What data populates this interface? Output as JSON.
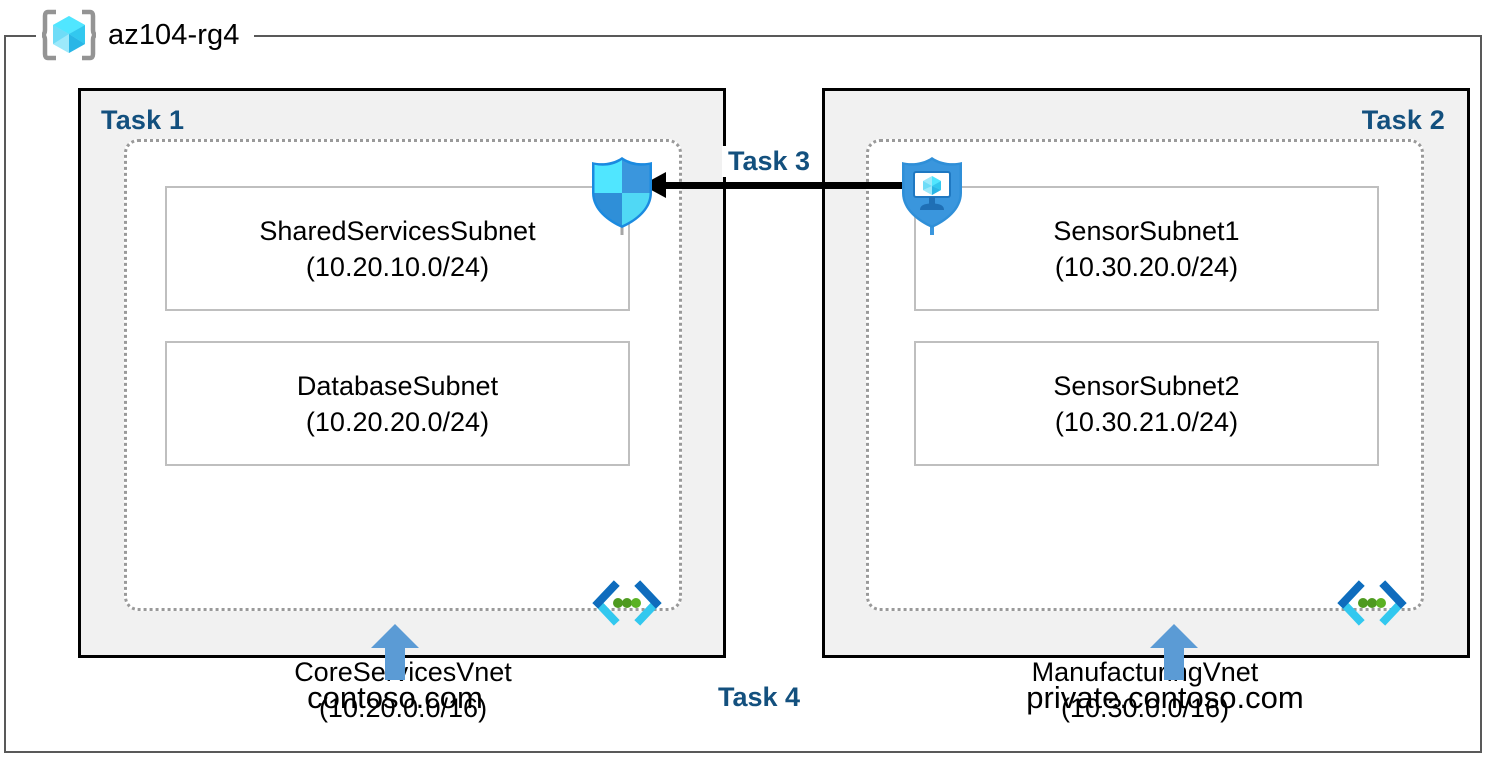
{
  "resource_group": {
    "name": "az104-rg4",
    "icon": "resource-group-cube-icon"
  },
  "tasks": {
    "task1_label": "Task 1",
    "task2_label": "Task 2",
    "task3_label": "Task 3",
    "task4_label": "Task 4"
  },
  "vnets": [
    {
      "id": "core-services",
      "name": "CoreServicesVnet",
      "cidr": "(10.20.0.0/16)",
      "service_endpoint_icon": "service-endpoints-icon",
      "subnets": [
        {
          "name": "SharedServicesSubnet",
          "cidr": "(10.20.10.0/24)"
        },
        {
          "name": "DatabaseSubnet",
          "cidr": "(10.20.20.0/24)"
        }
      ]
    },
    {
      "id": "manufacturing",
      "name": "ManufacturingVnet",
      "cidr": "(10.30.0.0/16)",
      "service_endpoint_icon": "service-endpoints-icon",
      "subnets": [
        {
          "name": "SensorSubnet1",
          "cidr": "(10.30.20.0/24)"
        },
        {
          "name": "SensorSubnet2",
          "cidr": "(10.30.21.0/24)"
        }
      ]
    }
  ],
  "peering": {
    "source_icon": "virtual-network-peering-icon",
    "target_icon": "network-security-group-shield-icon",
    "direction": "right-to-left",
    "label": "Task 3"
  },
  "dns": [
    {
      "zone": "contoso.com",
      "arrow_icon": "up-arrow-icon"
    },
    {
      "zone": "private.contoso.com",
      "arrow_icon": "up-arrow-icon"
    }
  ],
  "colors": {
    "task_label": "#13507e",
    "task_box_fill": "#f1f1f1",
    "task_box_border": "#000000",
    "vnet_border": "#9a9a9a",
    "subnet_border": "#bfbfbf",
    "frame_border": "#595959",
    "arrow_blue": "#5b9bd5",
    "azure_cyan": "#50e6ff",
    "azure_blue": "#0078d4",
    "endpoint_green": "#4e9a20"
  }
}
